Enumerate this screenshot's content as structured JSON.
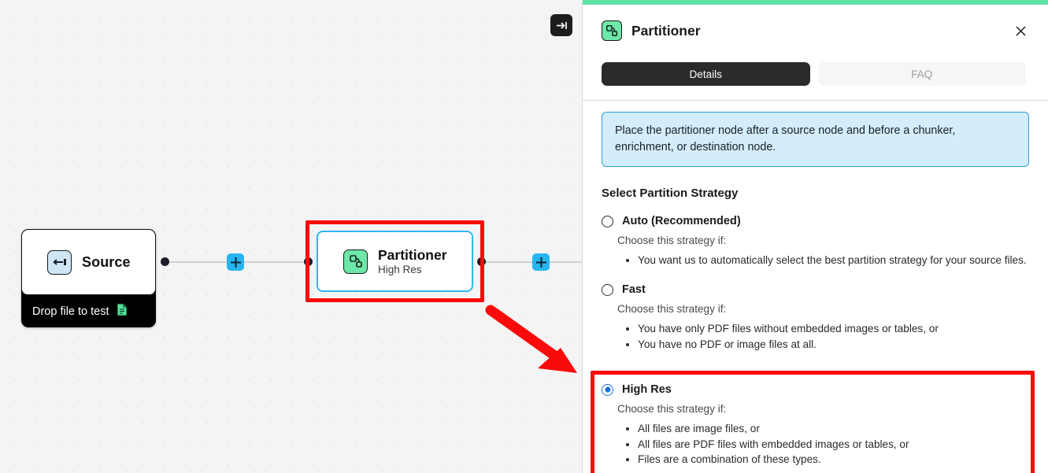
{
  "canvas": {
    "collapse_button": {
      "icon": "collapse-panel-icon",
      "label": ""
    },
    "nodes": [
      {
        "id": "source",
        "icon": "source-input-icon",
        "title": "Source",
        "subtitle": "",
        "footer": "Drop file to test",
        "footer_icon": "document-green-icon"
      },
      {
        "id": "partitioner",
        "icon": "partitioner-icon",
        "title": "Partitioner",
        "subtitle": "High Res",
        "selected": true,
        "highlighted": true
      }
    ],
    "add_buttons": [
      {
        "label": "+",
        "name": "add-node-button-1"
      },
      {
        "label": "+",
        "name": "add-node-button-2"
      }
    ],
    "annotation": {
      "type": "arrow",
      "color": "#fa0a0a"
    },
    "highlight_color": "#fa0a0a",
    "selection_color": "#2fb6f0"
  },
  "panel": {
    "accent_color": "#5ee3a4",
    "icon": "partitioner-icon",
    "title": "Partitioner",
    "close_label": "✕",
    "tabs": [
      {
        "label": "Details",
        "active": true
      },
      {
        "label": "FAQ",
        "active": false
      }
    ],
    "info_banner": "Place the partitioner node after a source node and before a chunker, enrichment, or destination node.",
    "section_label": "Select Partition Strategy",
    "options": [
      {
        "id": "auto",
        "label": "Auto (Recommended)",
        "selected": false,
        "highlighted": false,
        "hint": "Choose this strategy if:",
        "bullets": [
          "You want us to automatically select the best partition strategy for your source files."
        ]
      },
      {
        "id": "fast",
        "label": "Fast",
        "selected": false,
        "highlighted": false,
        "hint": "Choose this strategy if:",
        "bullets": [
          "You have only PDF files without embedded images or tables, or",
          "You have no PDF or image files at all."
        ]
      },
      {
        "id": "hi_res",
        "label": "High Res",
        "selected": true,
        "highlighted": true,
        "hint": "Choose this strategy if:",
        "bullets": [
          "All files are image files, or",
          "All files are PDF files with embedded images or tables, or",
          "Files are a combination of these types."
        ]
      }
    ]
  }
}
